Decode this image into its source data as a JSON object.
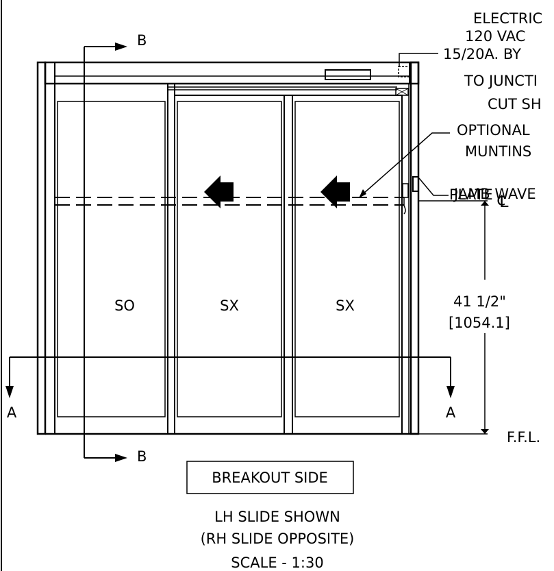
{
  "notes": {
    "electrical": [
      "ELECTRIC",
      "120 VAC",
      "15/20A. BY",
      "TO JUNCTI",
      "CUT SH"
    ],
    "muntins": [
      "OPTIONAL",
      "MUNTINS"
    ],
    "jamb_wave": [
      "JAMB WAVE",
      "PLATE"
    ]
  },
  "section_marks": {
    "b": "B",
    "a": "A"
  },
  "panels": [
    "SO",
    "SX",
    "SX"
  ],
  "slide_arrow_count": 2,
  "centerline_symbol": "℄",
  "dimension": {
    "imperial": "41 1/2\"",
    "metric": "[1054.1]"
  },
  "floor_label": "F.F.L.",
  "breakout_label": "BREAKOUT SIDE",
  "caption": [
    "LH SLIDE SHOWN",
    "(RH SLIDE OPPOSITE)",
    "SCALE - 1:30"
  ]
}
